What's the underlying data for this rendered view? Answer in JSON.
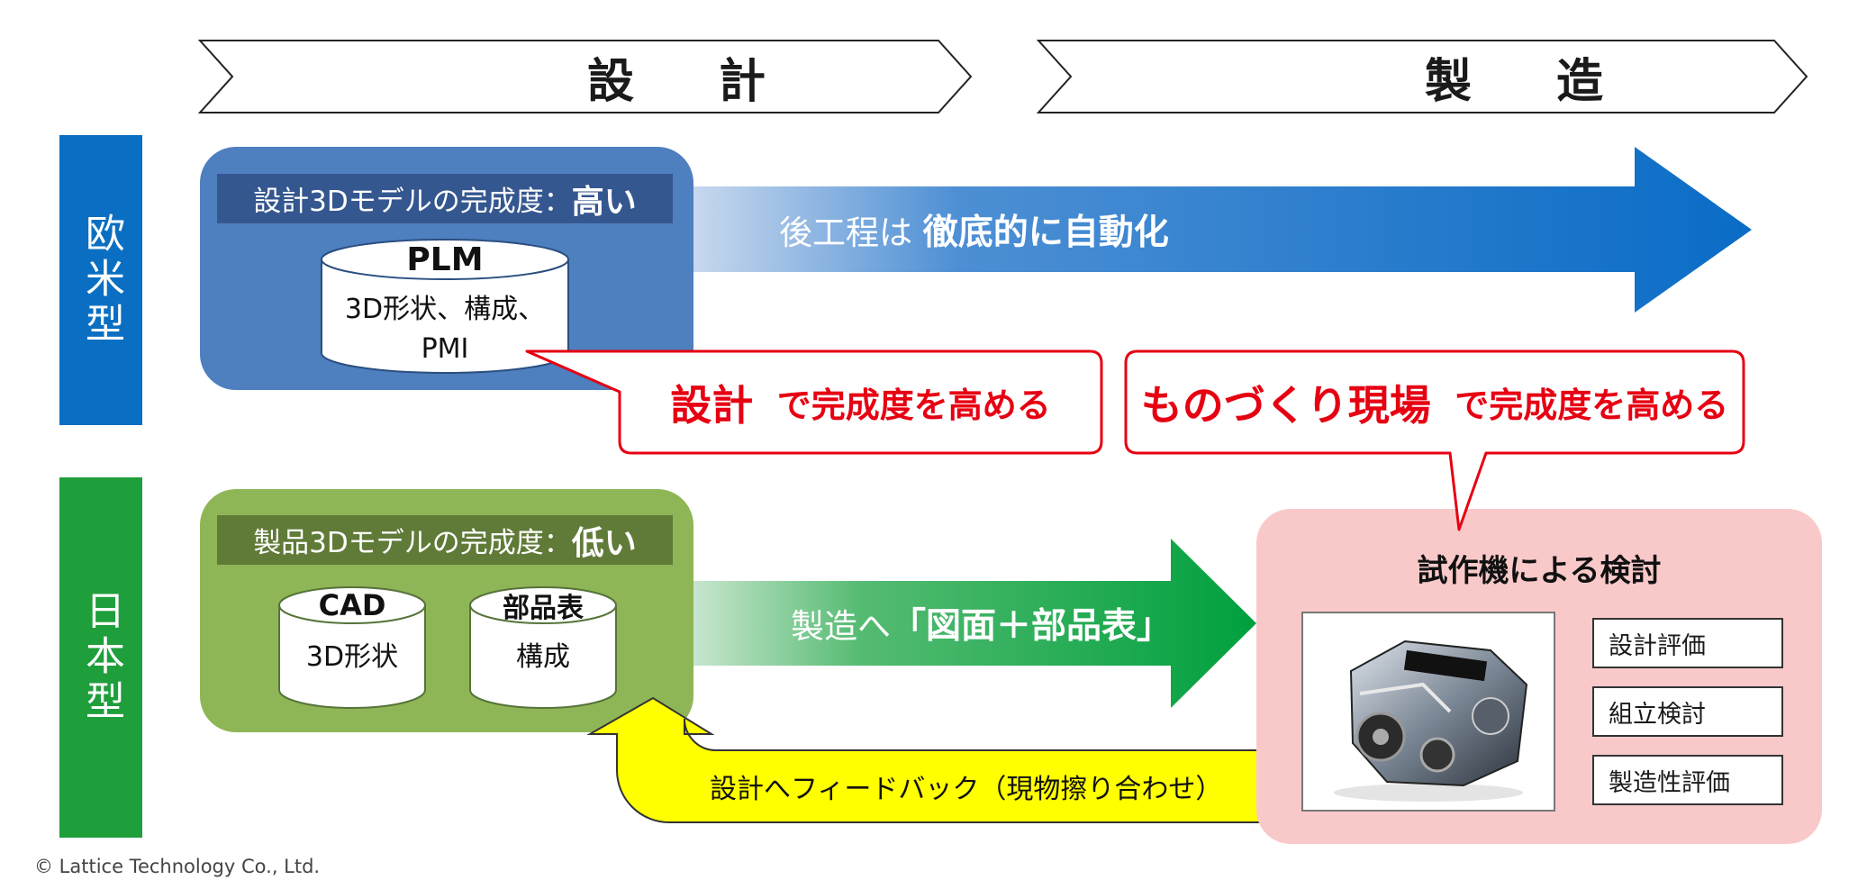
{
  "phases": {
    "design": "設 計",
    "manufacturing": "製 造"
  },
  "western": {
    "side_label": "欧米型",
    "header_prefix": "設計3Dモデルの完成度：",
    "header_emphasis": "高い",
    "cylinder_title": "PLM",
    "cylinder_line1": "3D形状、構成、",
    "cylinder_line2": "PMI",
    "arrow_prefix": "後工程は",
    "arrow_emphasis": "徹底的に自動化",
    "callout_emphasis": "設計",
    "callout_rest": "で完成度を高める",
    "colors": {
      "sidebar": "#0a6fc2",
      "box": "#4e7fbf",
      "header": "#35578f",
      "arrow": "#1070c8"
    }
  },
  "japanese": {
    "side_label": "日本型",
    "header_prefix": "製品3Dモデルの完成度：",
    "header_emphasis": "低い",
    "cad_title": "CAD",
    "cad_text": "3D形状",
    "bom_title": "部品表",
    "bom_text": "構成",
    "arrow_prefix": "製造へ",
    "arrow_emphasis": "「図面＋部品表」",
    "callout_emphasis": "ものづくり現場",
    "callout_rest": "で完成度を高める",
    "feedback": "設計へフィードバック（現物擦り合わせ）",
    "colors": {
      "sidebar": "#1f9e3c",
      "box": "#8fb656",
      "header": "#607a38",
      "arrow": "#1aa04a",
      "feedback": "#ffff00"
    }
  },
  "prototype": {
    "title": "試作機による検討",
    "items": [
      "設計評価",
      "組立検討",
      "製造性評価"
    ],
    "image_alt": "engine",
    "colors": {
      "box": "#f9c9c9"
    }
  },
  "copyright": "© Lattice Technology Co., Ltd."
}
